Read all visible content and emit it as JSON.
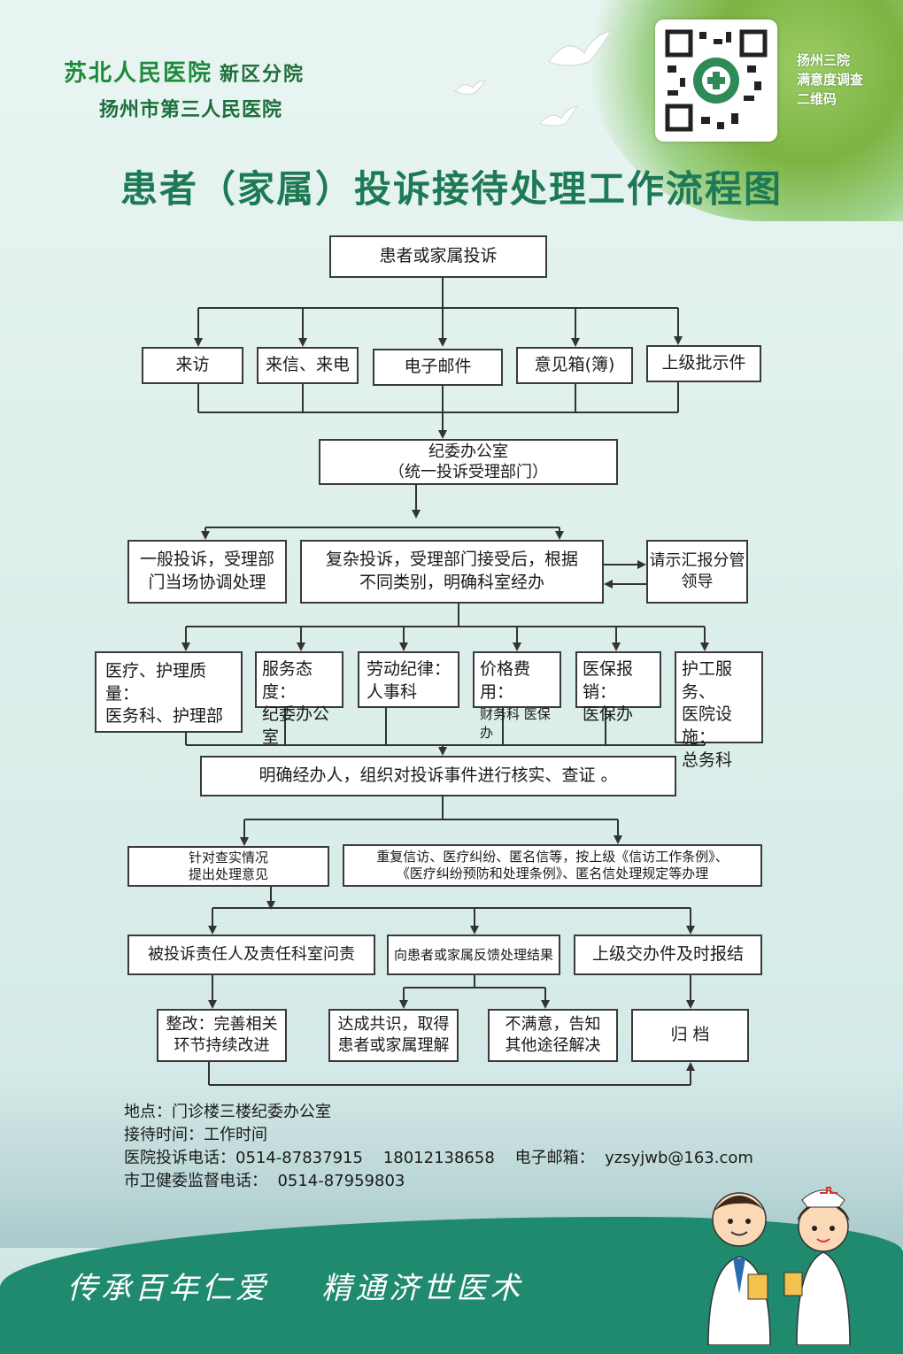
{
  "header": {
    "hospital_name": "苏北人民医院",
    "branch": "新区分院",
    "hospital_name2": "扬州市第三人民医院",
    "qr_caption": [
      "扬州三院",
      "满意度调查",
      "二维码"
    ]
  },
  "title": "患者（家属）投诉接待处理工作流程图",
  "nodes": {
    "complaint": "患者或家属投诉",
    "visit": "来访",
    "letter_call": "来信、来电",
    "email": "电子邮件",
    "suggestion_box": "意见箱(簿)",
    "superior": "上级批示件",
    "office": "纪委办公室\n（统一投诉受理部门）",
    "general": "一般投诉，受理部\n门当场协调处理",
    "complex": "复杂投诉，受理部门接受后，根据\n不同类别，明确科室经办",
    "report_leader": "请示汇报分管\n领导",
    "dept_medical": "医疗、护理质量：\n医务科、护理部",
    "dept_service": "服务态度：\n纪委办公室",
    "dept_labor": "劳动纪律：\n人事科",
    "dept_price_title": "价格费用：",
    "dept_price_sub": "财务科  医保办",
    "dept_insurance": "医保报销：\n医保办",
    "dept_logistics": "护工服务、\n医院设施：\n总务科",
    "verify": "明确经办人，组织对投诉事件进行核实、查证 。",
    "opinion": "针对查实情况\n提出处理意见",
    "regulations": "重复信访、医疗纠纷、匿名信等，按上级《信访工作条例》、\n《医疗纠纷预防和处理条例》、匿名信处理规定等办理",
    "accountability": "被投诉责任人及责任科室问责",
    "feedback": "向患者或家属反馈处理结果",
    "superior_report": "上级交办件及时报结",
    "rectify": "整改：完善相关\n环节持续改进",
    "consensus": "达成共识，取得\n患者或家属理解",
    "unsatisfied": "不满意，告知\n其他途径解决",
    "archive": "归 档"
  },
  "info": {
    "location": "地点：门诊楼三楼纪委办公室",
    "reception": "接待时间：工作时间",
    "phone": "医院投诉电话：0514-87837915    18012138658    电子邮箱：  yzsyjwb@163.com",
    "supervision": "市卫健委监督电话：  0514-87959803"
  },
  "slogan": "传承百年仁爱    精通济世医术"
}
